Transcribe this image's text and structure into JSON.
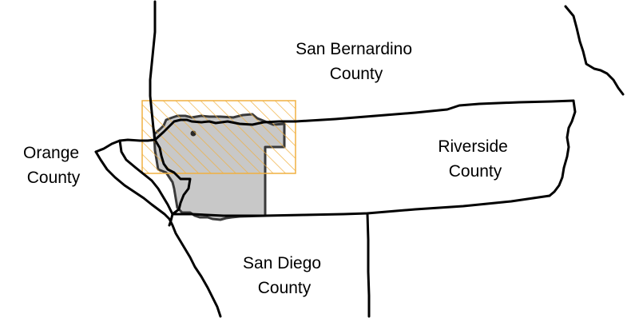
{
  "map": {
    "labels": {
      "san_bernardino": [
        "San Bernardino",
        "County"
      ],
      "riverside": [
        "Riverside",
        "County"
      ],
      "orange": [
        "Orange",
        "County"
      ],
      "san_diego": [
        "San Diego",
        "County"
      ]
    },
    "colors": {
      "boundary": "#000000",
      "region_fill": "#c8c8c8",
      "region_outline": "#3a3a3a",
      "hatch": "#f0b040",
      "background": "#ffffff"
    }
  }
}
